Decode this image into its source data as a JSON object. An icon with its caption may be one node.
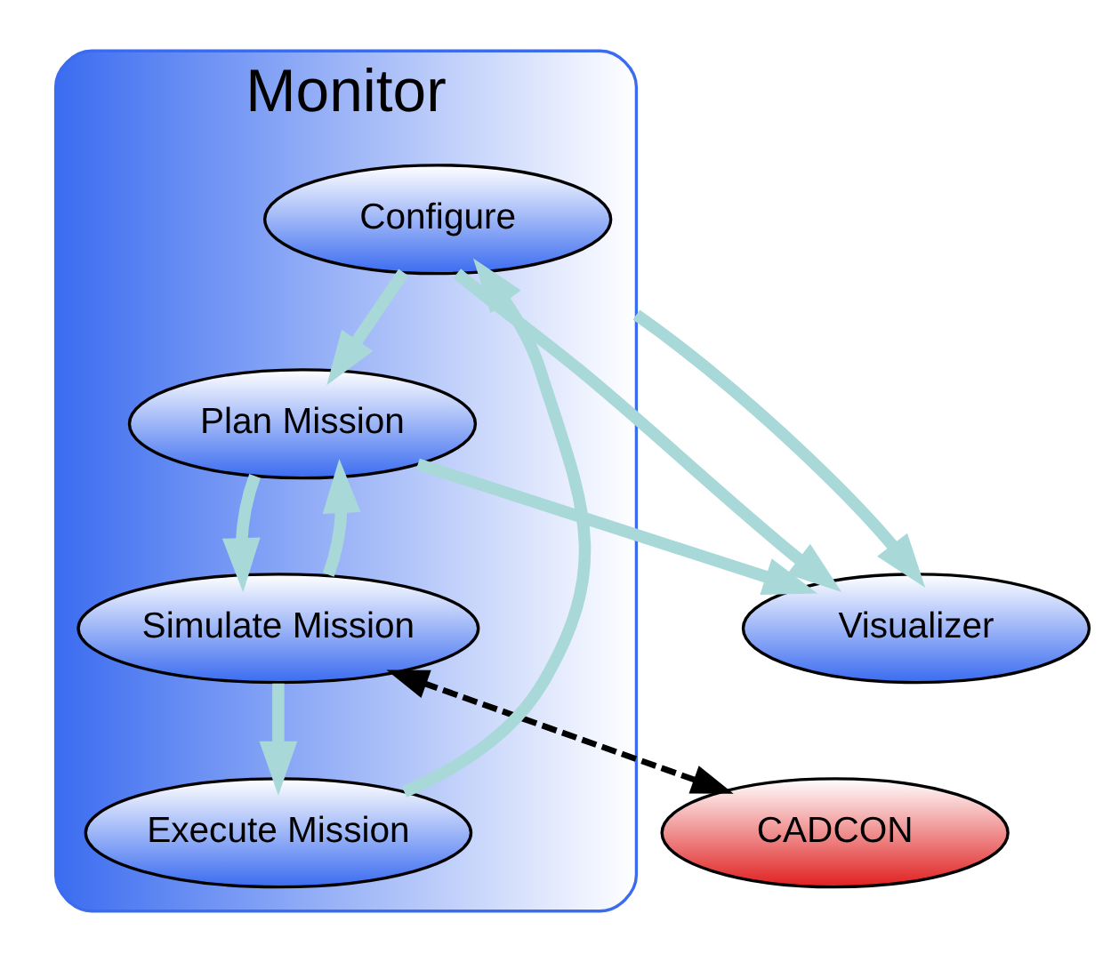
{
  "diagram": {
    "nodes": [
      {
        "text": [
          "Monitor"
        ]
      },
      {
        "text": [
          "Configure"
        ],
        "in": 0
      },
      {
        "text": [
          "Plan Mission"
        ],
        "in": 0
      },
      {
        "text": [
          "Simulate Mission"
        ],
        "in": 0
      },
      {
        "text": [
          "Execute Mission"
        ],
        "in": 0
      },
      {
        "text": [
          "Visualizer"
        ]
      },
      {
        "text": [
          "CADCON"
        ]
      }
    ],
    "edges": [
      {
        "from": 1,
        "to": 2,
        "arrow": "to"
      },
      {
        "from": 2,
        "to": 3,
        "arrow": "to"
      },
      {
        "from": 3,
        "to": 4,
        "arrow": "to"
      },
      {
        "from": 4,
        "to": 1,
        "arrow": "to"
      },
      {
        "from": 3,
        "to": 2,
        "arrow": "to"
      },
      {
        "from": 1,
        "to": 5,
        "arrow": "to"
      },
      {
        "from": 2,
        "to": 5,
        "arrow": "to"
      },
      {
        "from": 0,
        "to": 5,
        "arrow": "to"
      },
      {
        "from": 3,
        "to": 6,
        "arrow": "both",
        "style": "dashed",
        "color": "#000000"
      }
    ]
  }
}
